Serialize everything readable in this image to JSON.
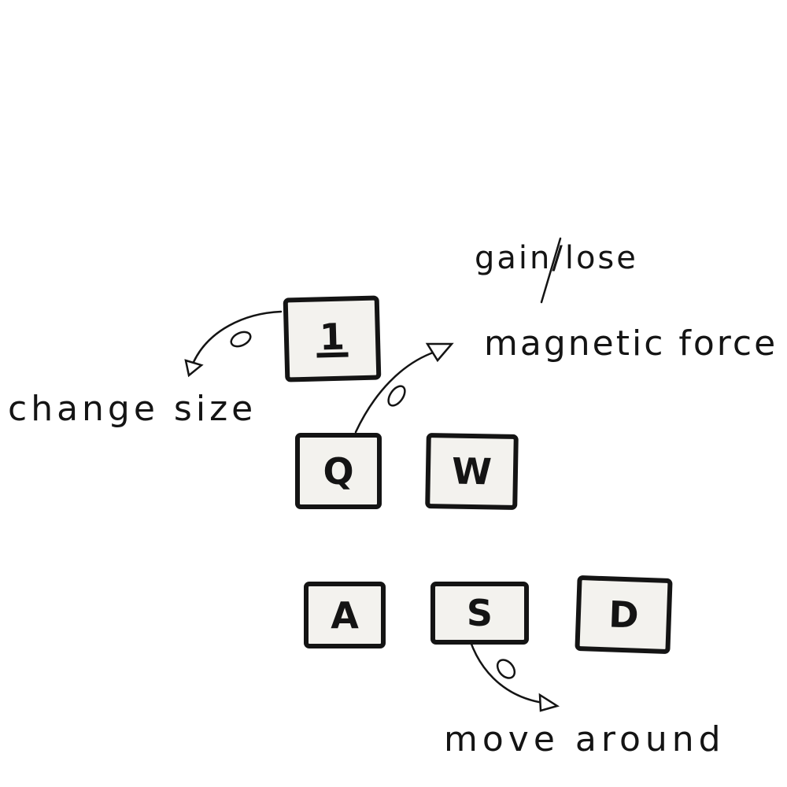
{
  "keys": {
    "one": "1",
    "q": "Q",
    "w": "W",
    "a": "A",
    "s": "S",
    "d": "D"
  },
  "annotations": {
    "change_size": "change size",
    "gain_lose": "gain/lose",
    "magnetic_force": "magnetic force",
    "move_around": "move around"
  }
}
